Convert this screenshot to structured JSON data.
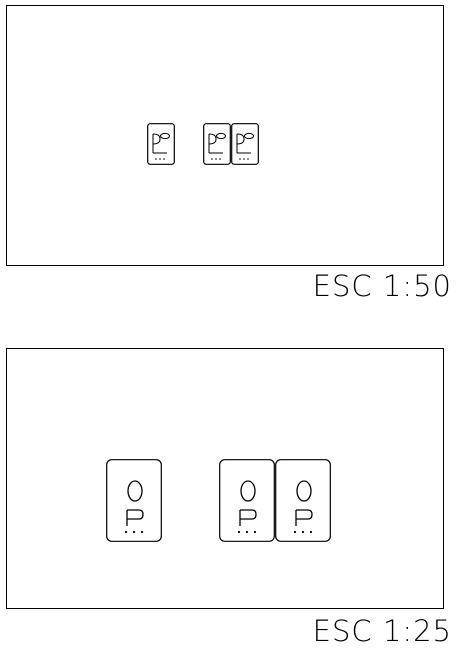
{
  "sheet": {
    "views": [
      {
        "id": "view-1",
        "scale_label": "ESC 1:50",
        "device_count": 3
      },
      {
        "id": "view-2",
        "scale_label": "ESC 1:25",
        "device_count": 3
      }
    ],
    "line_color": "#000000",
    "background": "#ffffff"
  }
}
